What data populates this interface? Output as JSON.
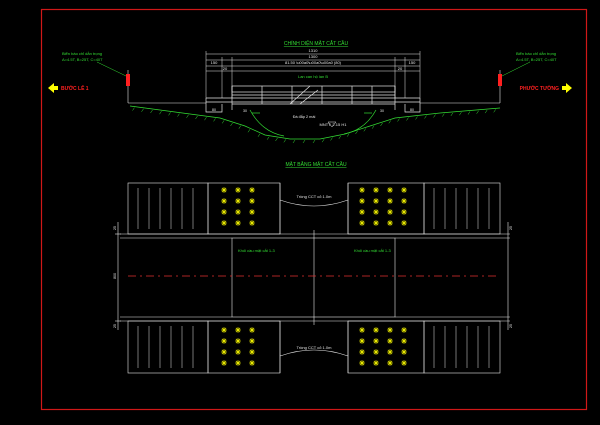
{
  "colors": {
    "background": "#000000",
    "frame": "#d01818",
    "line": "#e6e6e6",
    "text_green": "#33dd33",
    "text_yellow": "#ffff00",
    "text_red": "#ff2020",
    "axis_dash": "#e23030"
  },
  "elevation": {
    "title": "CHÍNH DIỆN MẶT CẮT CẦU",
    "dims": [
      "1310",
      "1300",
      "150",
      "150",
      "20",
      "20",
      "81.50 \\u00a0\\u00a0\\u00a0 (80)"
    ],
    "left_note_line1": "Biển báo chỉ dẫn trọng",
    "left_note_line2": "A=4.5T, B=25T, C=40T",
    "right_note_line1": "Biển báo chỉ dẫn trọng",
    "right_note_line2": "A=4.5T, B=25T, C=40T",
    "left_dir": "BƯỚC LÊ 1",
    "right_dir": "PHƯỚC TƯỜNG",
    "rail_label": "Lan can hộ lan B",
    "stage_labels": [
      "80",
      "80"
    ],
    "water_label": "Đá đắp 2 mái",
    "bottom_label": "MNTT: 2.15 H1",
    "bottom_dims": [
      "30",
      "30"
    ]
  },
  "plan": {
    "title": "MẶT BẰNG MẶT CẮT CẦU",
    "tree_note_top": "Trồng CCT cỏ 1.0m",
    "tree_note_bottom": "Trồng CCT cỏ 1.0m",
    "inner_left_label": "Khối cầu mặt cắt 1-3",
    "inner_right_label": "Khối cầu mặt cắt 1-3",
    "side_dims": [
      "25",
      "800",
      "25"
    ],
    "right_dims": [
      "25",
      "25"
    ]
  }
}
